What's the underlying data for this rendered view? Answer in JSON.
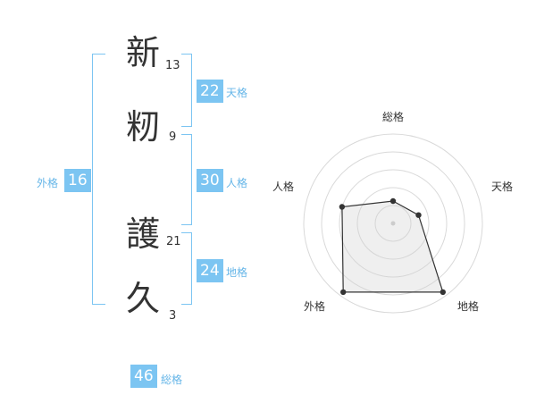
{
  "name_chars": [
    {
      "char": "新",
      "strokes": "13"
    },
    {
      "char": "籾",
      "strokes": "9"
    },
    {
      "char": "護",
      "strokes": "21"
    },
    {
      "char": "久",
      "strokes": "3"
    }
  ],
  "fortunes": {
    "tenkaku": {
      "value": "22",
      "label": "天格"
    },
    "jinkaku": {
      "value": "30",
      "label": "人格"
    },
    "chikaku": {
      "value": "24",
      "label": "地格"
    },
    "gaikaku": {
      "value": "16",
      "label": "外格"
    },
    "soukaku": {
      "value": "46",
      "label": "総格"
    }
  },
  "chart_data": {
    "type": "radar",
    "axes": [
      "総格",
      "天格",
      "地格",
      "外格",
      "人格"
    ],
    "values": [
      0.25,
      0.3,
      0.95,
      0.95,
      0.6
    ],
    "rings": 5
  }
}
